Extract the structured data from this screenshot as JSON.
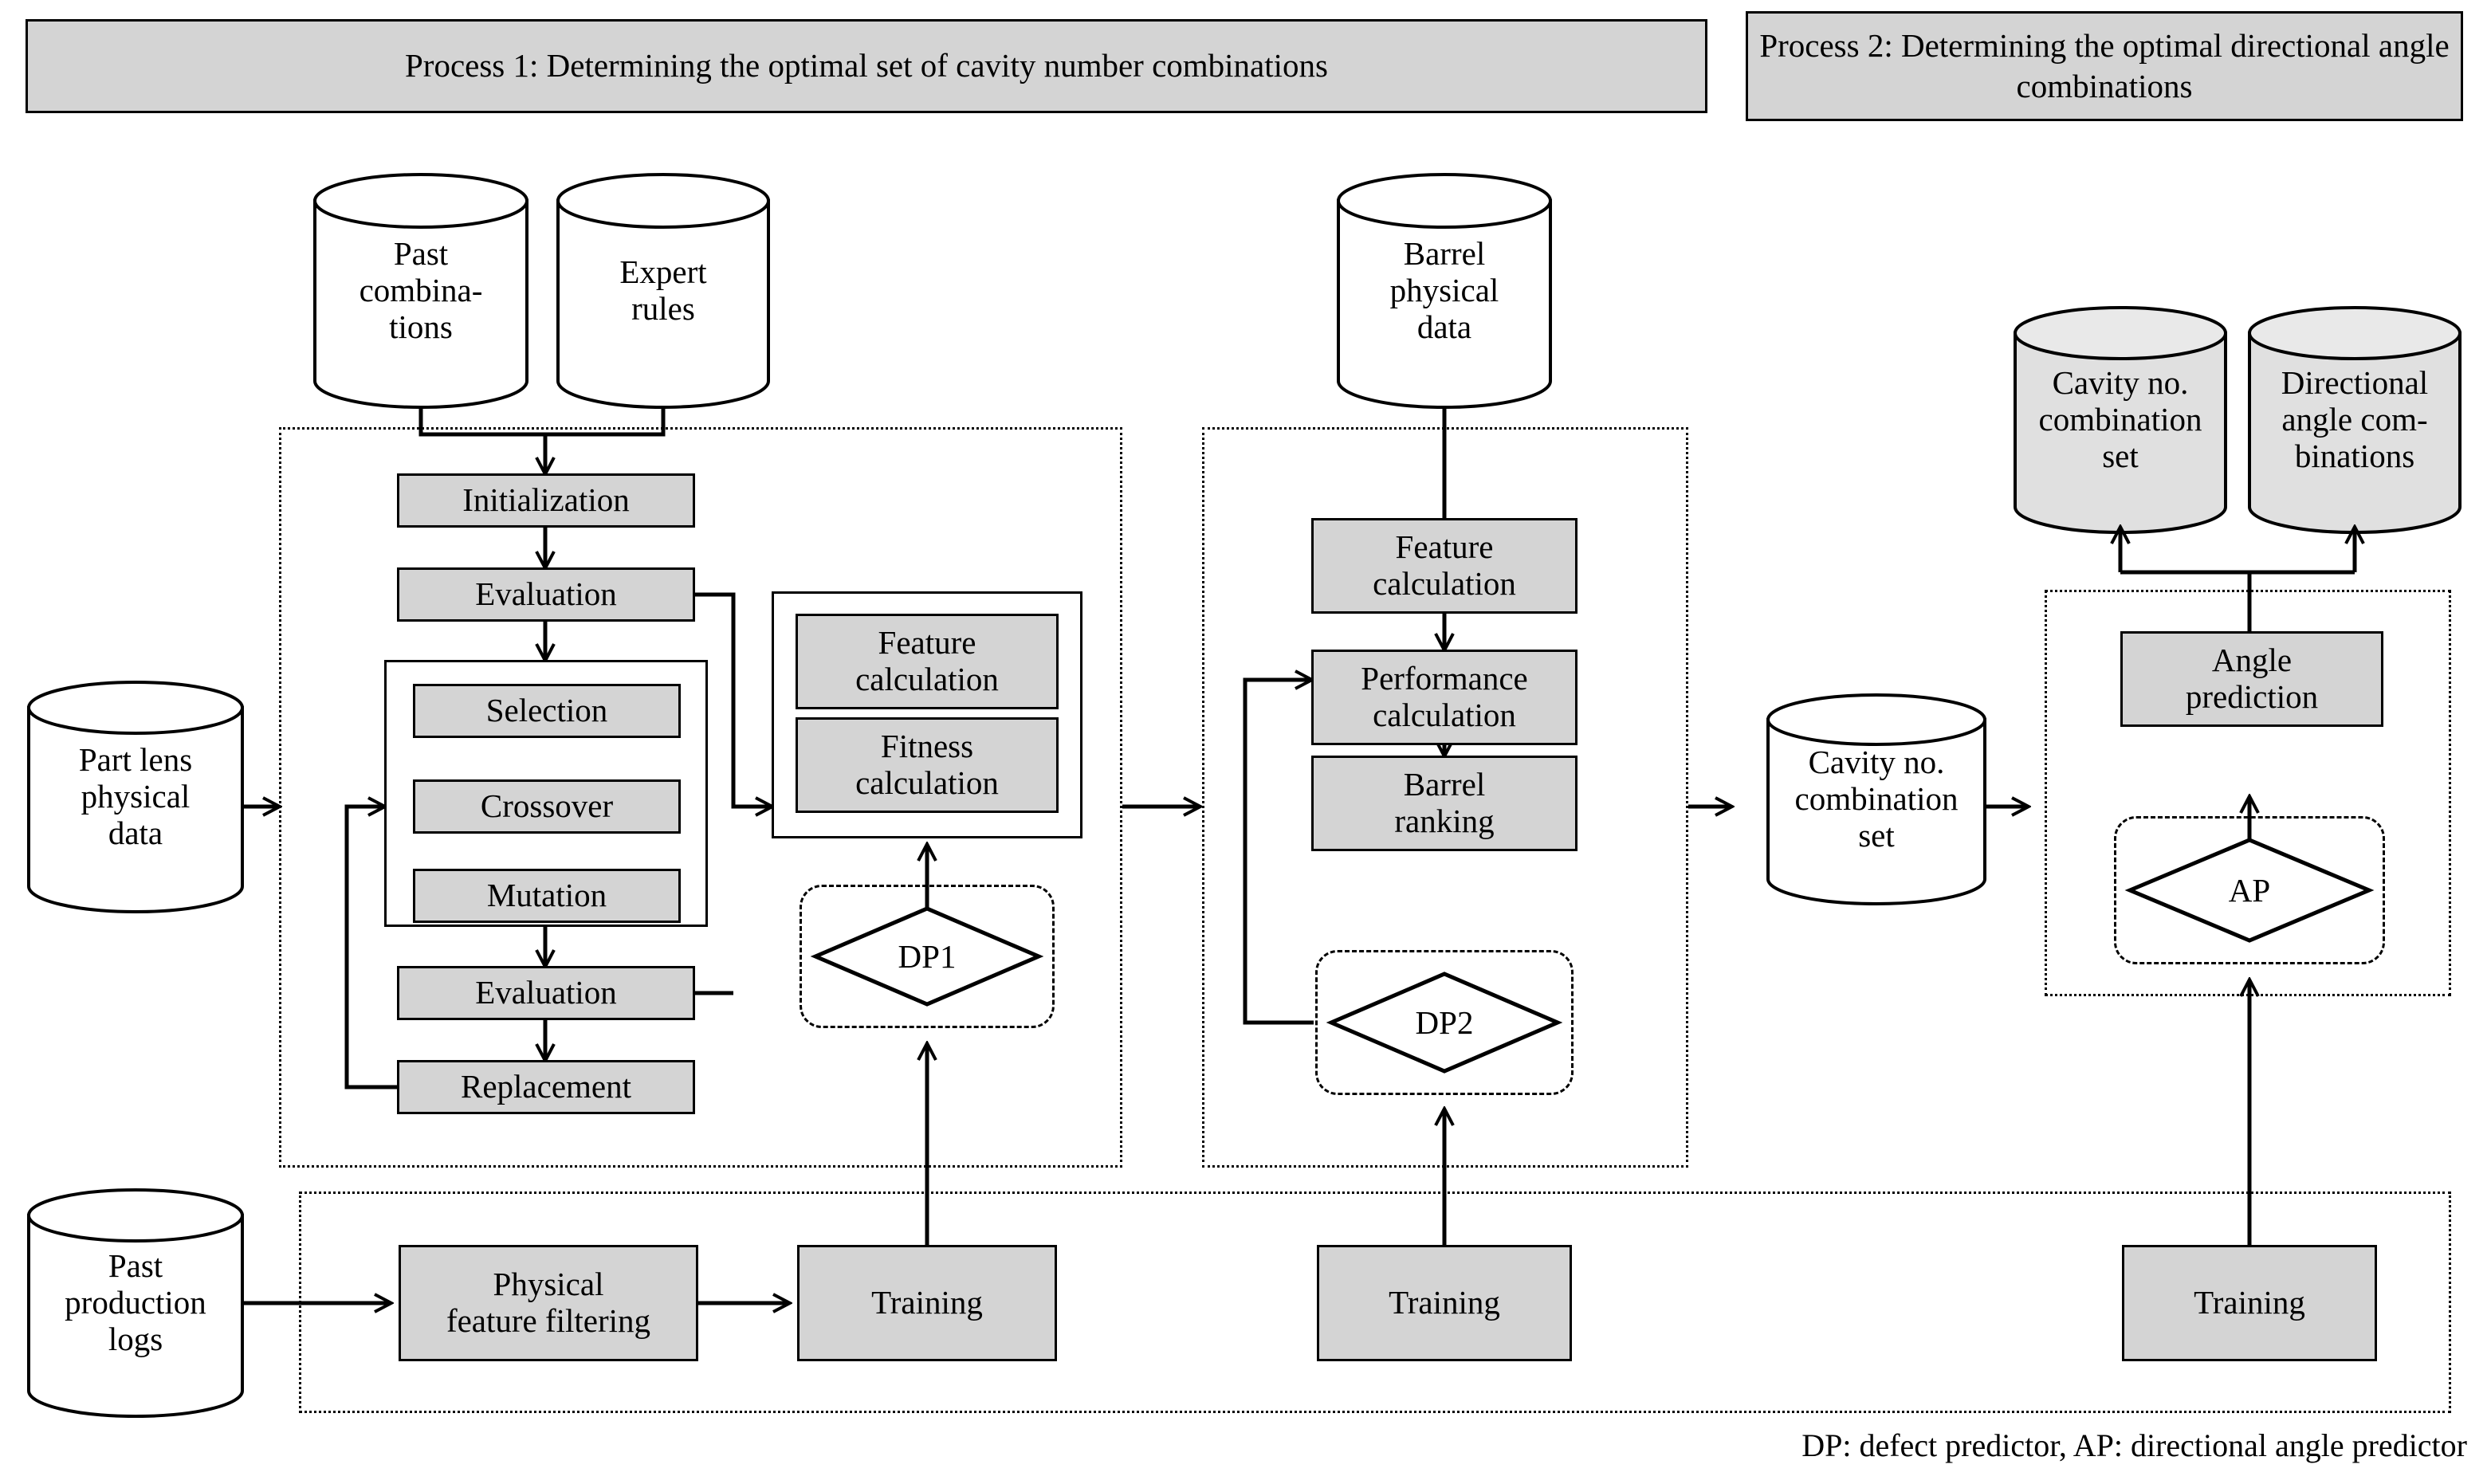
{
  "headers": [
    {
      "id": "process1",
      "text": "Process 1: Determining the optimal set of cavity number combinations"
    },
    {
      "id": "process2",
      "text": "Process 2: Determining the optimal directional angle combinations"
    }
  ],
  "datastores": [
    {
      "id": "past-combinations",
      "label": "Past combina-\ntions",
      "fill": "#ffffff"
    },
    {
      "id": "expert-rules",
      "label": "Expert rules",
      "fill": "#ffffff"
    },
    {
      "id": "barrel-physical-data",
      "label": "Barrel physical data",
      "fill": "#ffffff"
    },
    {
      "id": "part-lens-physical-data",
      "label": "Part lens physical data",
      "fill": "#ffffff"
    },
    {
      "id": "past-production-logs",
      "label": "Past production logs",
      "fill": "#ffffff"
    },
    {
      "id": "cavity-no-combination-set",
      "label": "Cavity no. combination set",
      "fill": "#ffffff"
    },
    {
      "id": "out-cavity-no-combination-set",
      "label": "Cavity no. combination set",
      "fill": "#e0e0e0"
    },
    {
      "id": "out-directional-angle-combinations",
      "label": "Directional angle com-\nbinations",
      "fill": "#e0e0e0"
    }
  ],
  "process1": {
    "ga_steps": [
      "Initialization",
      "Evaluation",
      "Evaluation",
      "Replacement"
    ],
    "operators": [
      "Selection",
      "Crossover",
      "Mutation"
    ],
    "evaluator": [
      "Feature calculation",
      "Fitness calculation"
    ],
    "predictor": "DP1"
  },
  "process1b": {
    "steps": [
      "Feature calculation",
      "Performance calculation",
      "Barrel ranking"
    ],
    "predictor": "DP2"
  },
  "process2": {
    "step": "Angle prediction",
    "predictor": "AP"
  },
  "training_row": {
    "filter": "Physical feature filtering",
    "training_1": "Training",
    "training_2": "Training",
    "training_3": "Training"
  },
  "legend": "DP: defect predictor, AP: directional angle predictor",
  "colors": {
    "node_fill": "#d4d4d4",
    "store_fill": "#e0e0e0",
    "stroke": "#000000",
    "bg": "#ffffff"
  }
}
